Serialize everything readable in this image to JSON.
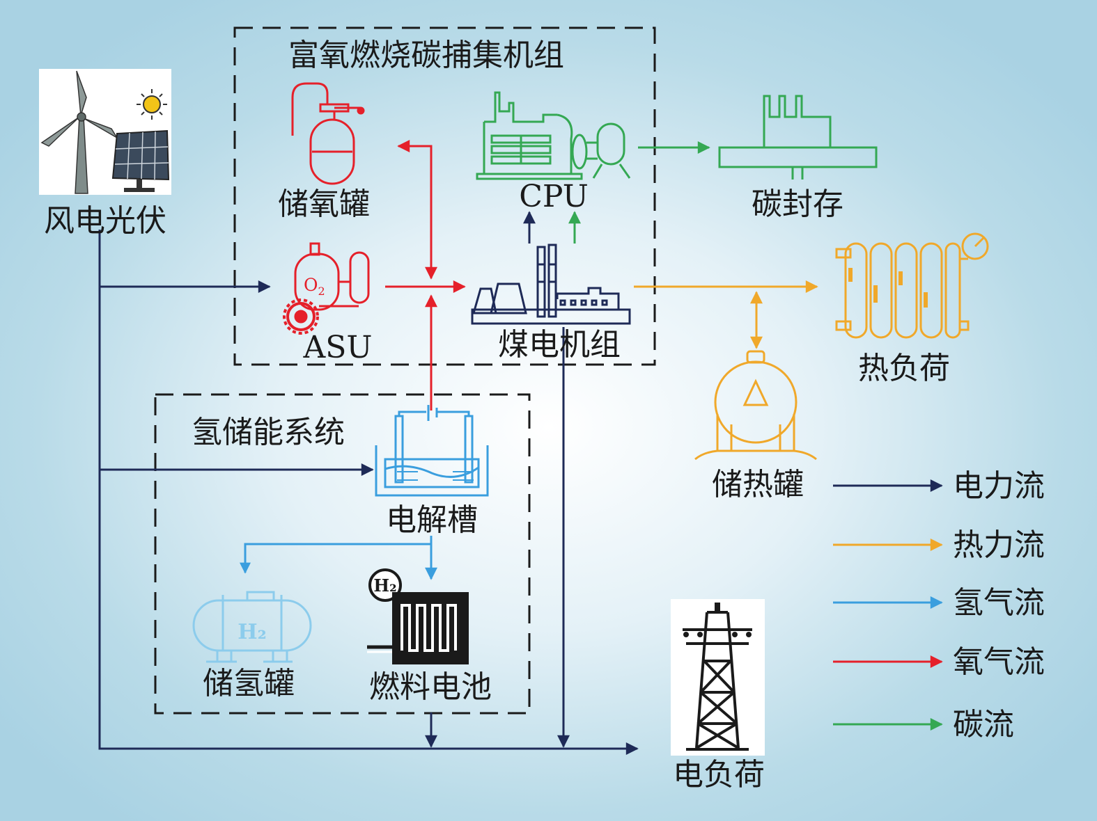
{
  "colors": {
    "power": "#1e2a57",
    "heat": "#f0a82a",
    "hydrogen": "#3a9ede",
    "oxygen": "#e5202a",
    "carbon": "#34a853",
    "black": "#1a1a1a"
  },
  "groups": {
    "oxy_ccs": "富氧燃烧碳捕集机组",
    "hydrogen_storage": "氢储能系统"
  },
  "nodes": {
    "wind_pv": "风电光伏",
    "o2_tank": "储氧罐",
    "cpu": "CPU",
    "carbon_storage": "碳封存",
    "asu": "ASU",
    "coal_unit": "煤电机组",
    "heat_load": "热负荷",
    "heat_tank": "储热罐",
    "electrolyzer": "电解槽",
    "h2_tank": "储氢罐",
    "fuel_cell": "燃料电池",
    "power_load": "电负荷"
  },
  "icon_text": {
    "o2": "O",
    "o2_sub": "2",
    "h2_tank": "H₂",
    "h2_fuelcell": "H₂"
  },
  "legend": [
    {
      "label": "电力流",
      "color": "#1e2a57"
    },
    {
      "label": "热力流",
      "color": "#f0a82a"
    },
    {
      "label": "氢气流",
      "color": "#3a9ede"
    },
    {
      "label": "氧气流",
      "color": "#e5202a"
    },
    {
      "label": "碳流",
      "color": "#34a853"
    }
  ]
}
